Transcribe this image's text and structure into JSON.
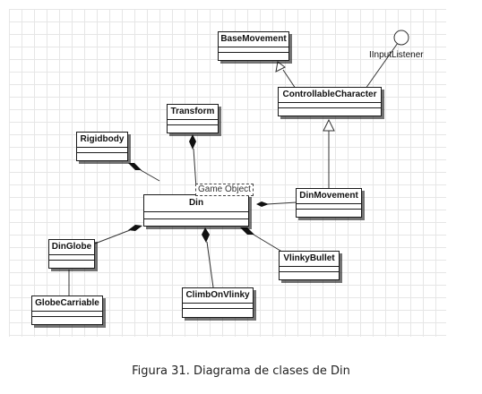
{
  "diagram": {
    "classes": {
      "base_movement": "BaseMovement",
      "controllable_character": "ControllableCharacter",
      "transform": "Transform",
      "rigidbody": "Rigidbody",
      "din": "Din",
      "din_movement": "DinMovement",
      "din_globe": "DinGlobe",
      "globe_carriable": "GlobeCarriable",
      "climb_on_vlinky": "ClimbOnVlinky",
      "vlinky_bullet": "VlinkyBullet"
    },
    "interface_label": "IInputListener",
    "stereotype": "Game Object"
  },
  "caption": "Figura 31. Diagrama de clases de Din"
}
